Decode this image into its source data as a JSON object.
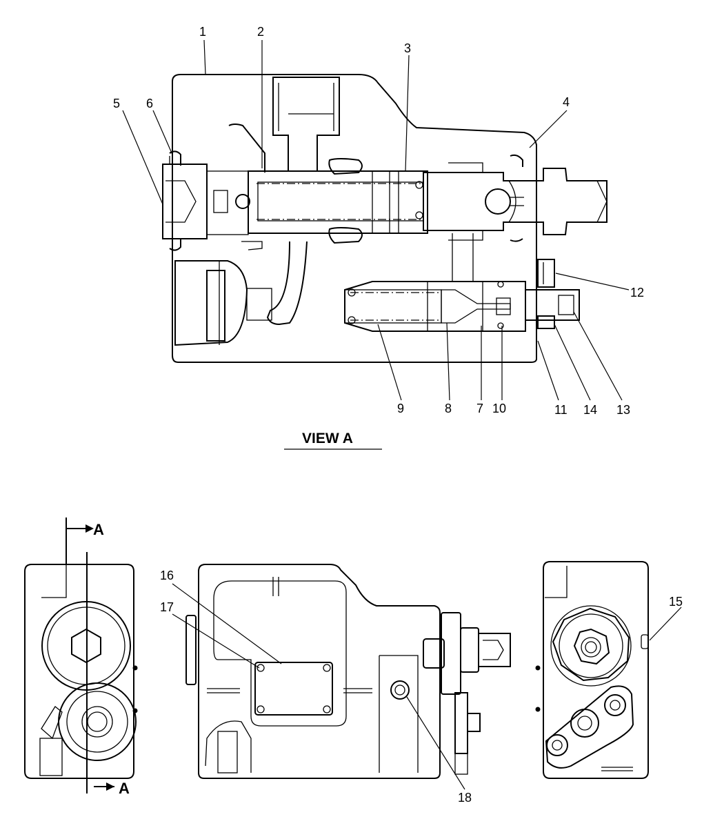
{
  "view_title": "VIEW A",
  "section_marker_top": "A",
  "section_marker_bottom": "A",
  "callouts": {
    "c1": "1",
    "c2": "2",
    "c3": "3",
    "c4": "4",
    "c5": "5",
    "c6": "6",
    "c7": "7",
    "c8": "8",
    "c9": "9",
    "c10": "10",
    "c11": "11",
    "c12": "12",
    "c13": "13",
    "c14": "14",
    "c15": "15",
    "c16": "16",
    "c17": "17",
    "c18": "18"
  }
}
